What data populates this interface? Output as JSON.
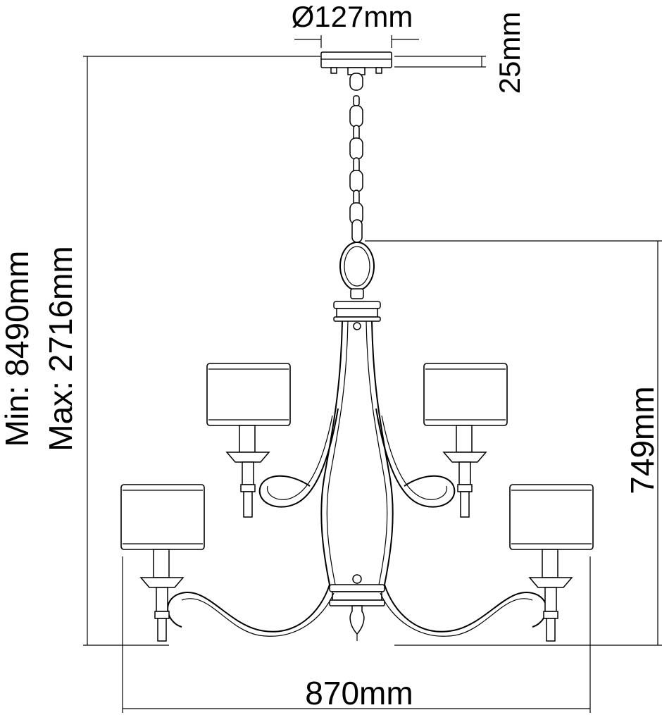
{
  "dimensions": {
    "canopy_diameter": "Ø127mm",
    "canopy_height": "25mm",
    "total_height_min": "Min: 8490mm",
    "total_height_max": "Max: 2716mm",
    "body_height": "749mm",
    "width": "870mm"
  },
  "colors": {
    "line": "#000000",
    "background": "#ffffff"
  }
}
